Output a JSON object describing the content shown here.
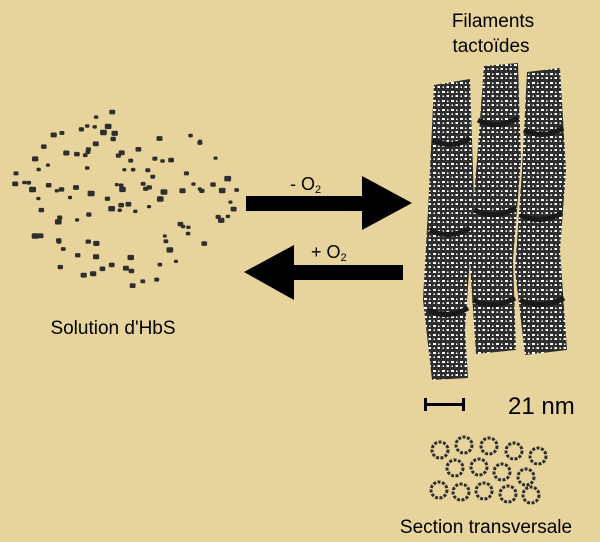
{
  "labels": {
    "filaments_line1": "Filaments",
    "filaments_line2": "tactoïdes",
    "solution": "Solution d'HbS",
    "deoxy_arrow": "- O",
    "deoxy_sub": "2",
    "oxy_arrow": "+ O",
    "oxy_sub": "2",
    "scale": "21 nm",
    "section": "Section transversale"
  },
  "colors": {
    "background": "#e6d49c",
    "ink": "#000000",
    "filament_dark": "#2e2e2e",
    "filament_light": "#ffffff"
  },
  "icons": {
    "deoxy": "right-arrow-icon",
    "oxy": "left-arrow-icon",
    "scale": "scale-bar-icon"
  }
}
